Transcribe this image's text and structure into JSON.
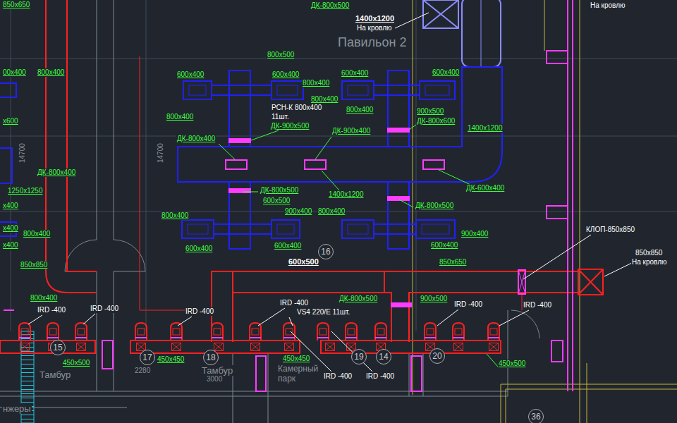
{
  "diagram": {
    "nodes": [
      {
        "text": [
          "16"
        ]
      },
      {
        "text": [
          "15"
        ]
      },
      {
        "text": [
          "17"
        ]
      },
      {
        "text": [
          "18"
        ]
      },
      {
        "text": [
          "19"
        ]
      },
      {
        "text": [
          "14"
        ]
      },
      {
        "text": [
          "20"
        ]
      },
      {
        "text": [
          "36"
        ]
      }
    ],
    "labels": [
      "ДК-800х500",
      "1400х1200",
      "На кровлю",
      "На кровлю",
      "850х650",
      "Павильон 2",
      "00х400",
      "800х400",
      "х600",
      "800х400",
      "14700",
      "14700",
      "ДК-800х400",
      "1250х1250",
      "х400",
      "х400",
      "800х400",
      "х400",
      "850х850",
      "800х400",
      "IRD -400",
      "IRD -400",
      "450х500",
      "Тамбур",
      "нжеры",
      "2280",
      "800х500",
      "600х400",
      "600х400",
      "600х400",
      "600х400",
      "800х400",
      "800х400",
      "800х400",
      "РСН-К 800х400",
      "11шт.",
      "900х500",
      "ДК-800х600",
      "ДК-900х500",
      "1400х1200",
      "ДК-900х400",
      "ДК-800х400",
      "ДК-800х500",
      "ДК-600х400",
      "1400х1200",
      "600х500",
      "ДК-800х500",
      "900х400",
      "800х400",
      "800х400",
      "900х400",
      "600х400",
      "600х400",
      "600х400",
      "600х500",
      "850х650",
      "КЛОП-850х850",
      "850х850",
      "На кровлю",
      "IRD -400",
      "VS4 220/E 11шт.",
      "ДК-800х500",
      "900х500",
      "IRD -400",
      "IRD -400",
      "IRD -400",
      "450х450",
      "Тамбур",
      "3000",
      "450х450",
      "Камерный парк",
      "IRD -400",
      "IRD -400",
      "450х500"
    ]
  }
}
